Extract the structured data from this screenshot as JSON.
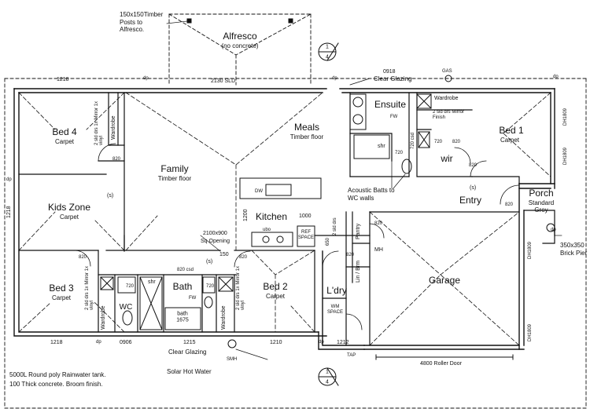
{
  "rooms": {
    "alfresco": {
      "name": "Alfresco",
      "floor": "(no concrete)"
    },
    "meals": {
      "name": "Meals",
      "floor": "Timber floor"
    },
    "family": {
      "name": "Family",
      "floor": "Timber floor"
    },
    "bed4": {
      "name": "Bed 4",
      "floor": "Carpet"
    },
    "kids_zone": {
      "name": "Kids Zone",
      "floor": "Carpet"
    },
    "bed3": {
      "name": "Bed 3",
      "floor": "Carpet"
    },
    "bed2": {
      "name": "Bed 2",
      "floor": "Carpet"
    },
    "bed1": {
      "name": "Bed 1",
      "floor": "Carpet"
    },
    "ensuite": {
      "name": "Ensuite"
    },
    "wir": {
      "name": "wir"
    },
    "entry": {
      "name": "Entry"
    },
    "porch": {
      "name": "Porch",
      "floor": "Standard Grey"
    },
    "kitchen": {
      "name": "Kitchen"
    },
    "garage": {
      "name": "Garage"
    },
    "laundry": {
      "name": "L'dry"
    },
    "bath": {
      "name": "Bath"
    },
    "wc": {
      "name": "WC"
    },
    "pantry": {
      "name": "Pantry"
    },
    "linen": {
      "name": "Lin / Brm"
    }
  },
  "labels": {
    "wardrobe": "Wardrobe",
    "shr": "shr",
    "fw": "FW",
    "dp": "dp",
    "s": "(s)",
    "mh": "MH",
    "ref_space": "REF SPACE",
    "wm_space": "WM SPACE",
    "dw": "DW",
    "ubo": "ubo",
    "sld_drs_mirror_vinyl": "2 sld drs 1x Mirror 1x vinyl",
    "sld_drs_mirror_finish": "2 sld drs Mirror Finish",
    "sld_drs": "2 sld drs",
    "bath_size": "bath 1675",
    "dh1809": "DH1809",
    "tap": "TAP",
    "gas": "GAS",
    "smh": "SMH",
    "csd_820": "820 csd",
    "csd_720": "720 csd"
  },
  "dimensions": {
    "d1218a": "1218",
    "d2130": "2130 SLD",
    "d0918": "0918",
    "d1218b": "1218",
    "d1218c": "1218",
    "d0906": "0906",
    "d1215": "1215",
    "d1210": "1210",
    "d1212": "1212",
    "d1200": "1200",
    "d1000": "1000",
    "d820a": "820",
    "d820b": "820",
    "d820c": "820",
    "d820d": "820",
    "d820e": "820",
    "d820f": "820",
    "d820g": "820",
    "d820h": "820",
    "d720a": "720",
    "d720b": "720",
    "d720c": "720",
    "d720d": "720",
    "d650": "650",
    "d150": "150",
    "opening": "2100x900",
    "opening_desc": "Sq Opening",
    "roller": "4800 Roller Door"
  },
  "notes": {
    "timber_posts": "150x150Timber Posts to Alfresco.",
    "clear_glazing_top": "Clear Glazing",
    "clear_glazing_bottom": "Clear Glazing",
    "acoustic": "Acoustic Batts to WC walls",
    "brick_pier": "350x350 Brick Pier",
    "solar": "Solar Hot Water",
    "tank": "5000L Round poly Rainwater tank.",
    "concrete": "100 Thick concrete. Broom finish."
  },
  "section_markers": {
    "top": {
      "num": "1",
      "sheet": "4"
    },
    "bottom": {
      "num": "1",
      "sheet": "4"
    }
  }
}
